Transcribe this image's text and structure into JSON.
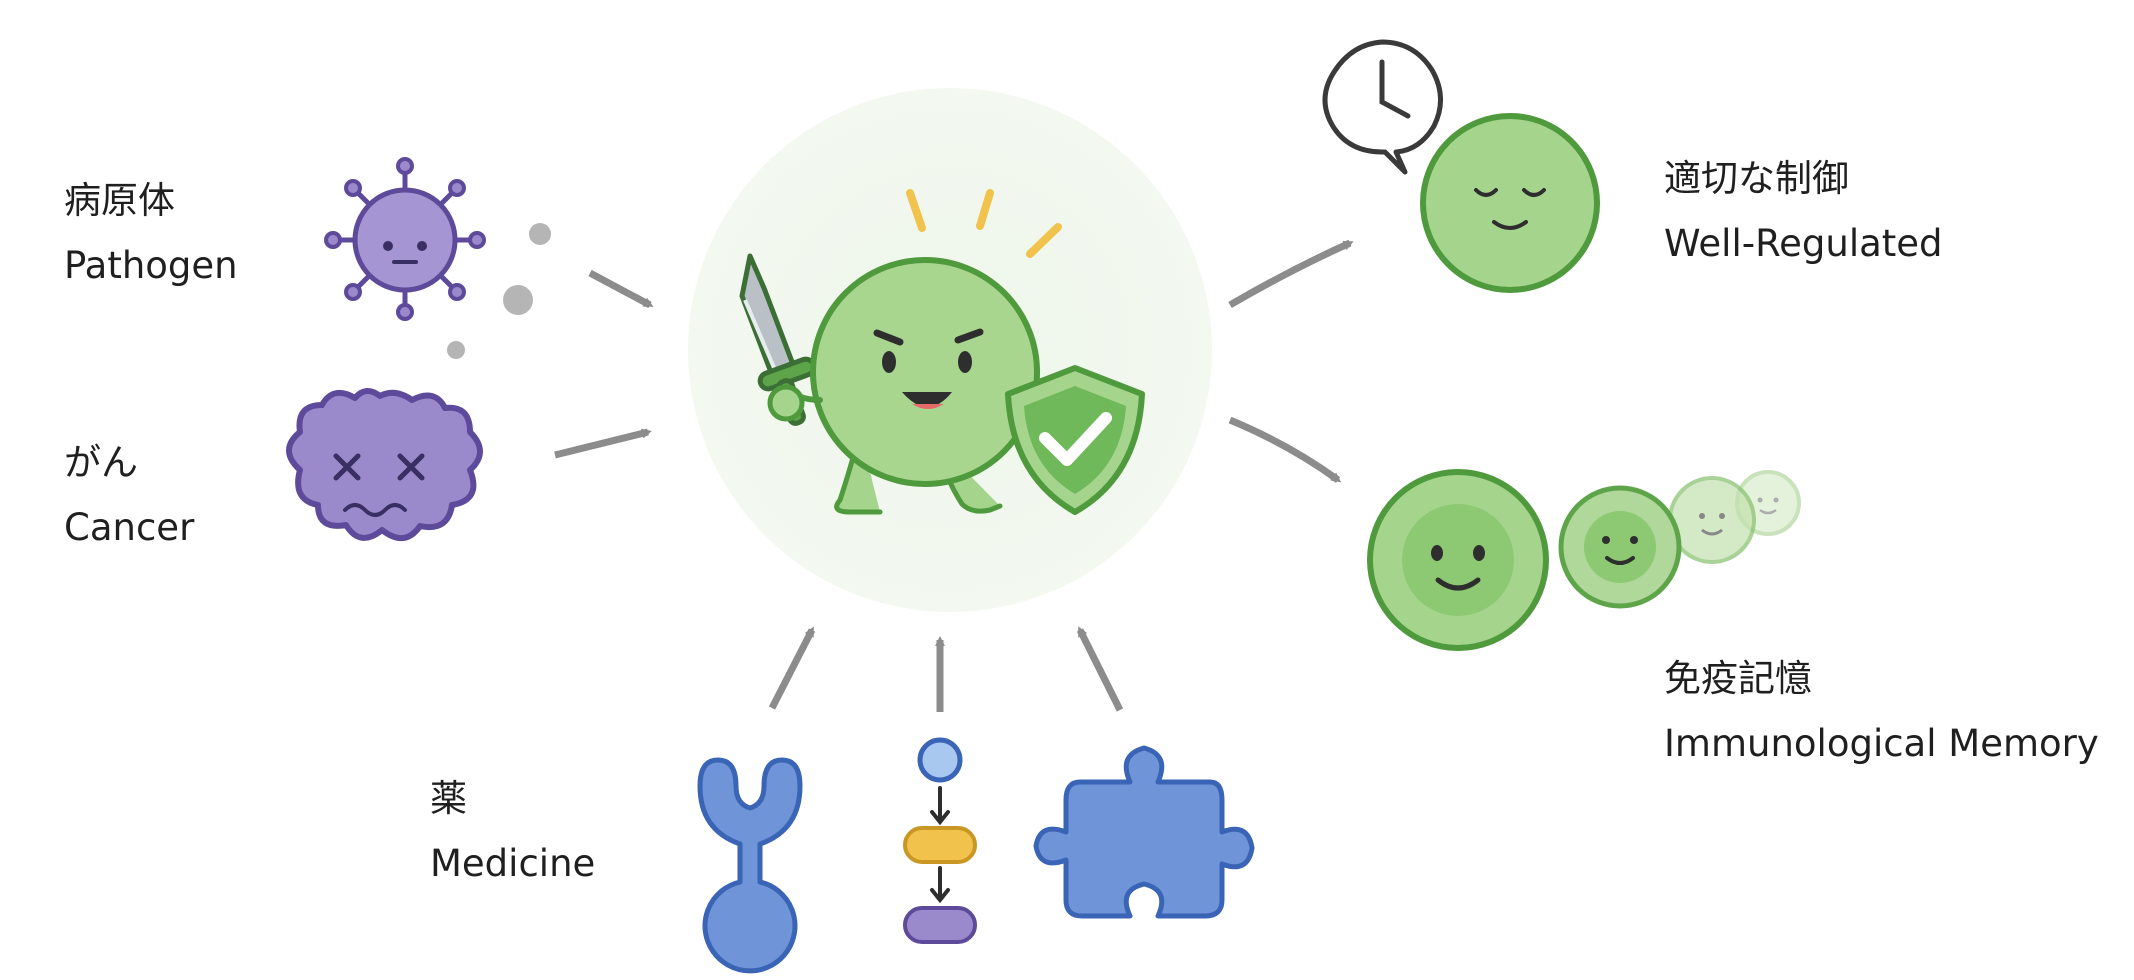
{
  "inputs": {
    "pathogen": {
      "ja": "病原体",
      "en": "Pathogen"
    },
    "cancer": {
      "ja": "がん",
      "en": "Cancer"
    },
    "medicine": {
      "ja": "薬",
      "en": "Medicine"
    }
  },
  "outputs": {
    "regulated": {
      "ja": "適切な制御",
      "en": "Well-Regulated"
    },
    "memory": {
      "ja": "免疫記憶",
      "en": "Immunological Memory"
    }
  },
  "icons": {
    "hero": "immune-cell-hero-icon",
    "sword": "sword-icon",
    "shield": "shield-check-icon",
    "pathogen": "virus-icon",
    "cancer": "cancer-cell-icon",
    "antibody": "antibody-icon",
    "pathway": "signal-pathway-icon",
    "puzzle": "puzzle-piece-icon",
    "clock": "clock-icon",
    "calm": "calm-cell-icon",
    "memory": "memory-cell-icon"
  },
  "colors": {
    "green": "#8cc972",
    "green_light": "#b7dc9f",
    "green_dark": "#4e9a3c",
    "purple": "#9b8acb",
    "purple_dark": "#5e4a9a",
    "blue": "#6f95d8",
    "blue_dark": "#3a64b5",
    "yellow": "#f1c24c",
    "arrow": "#8c8c8c"
  }
}
